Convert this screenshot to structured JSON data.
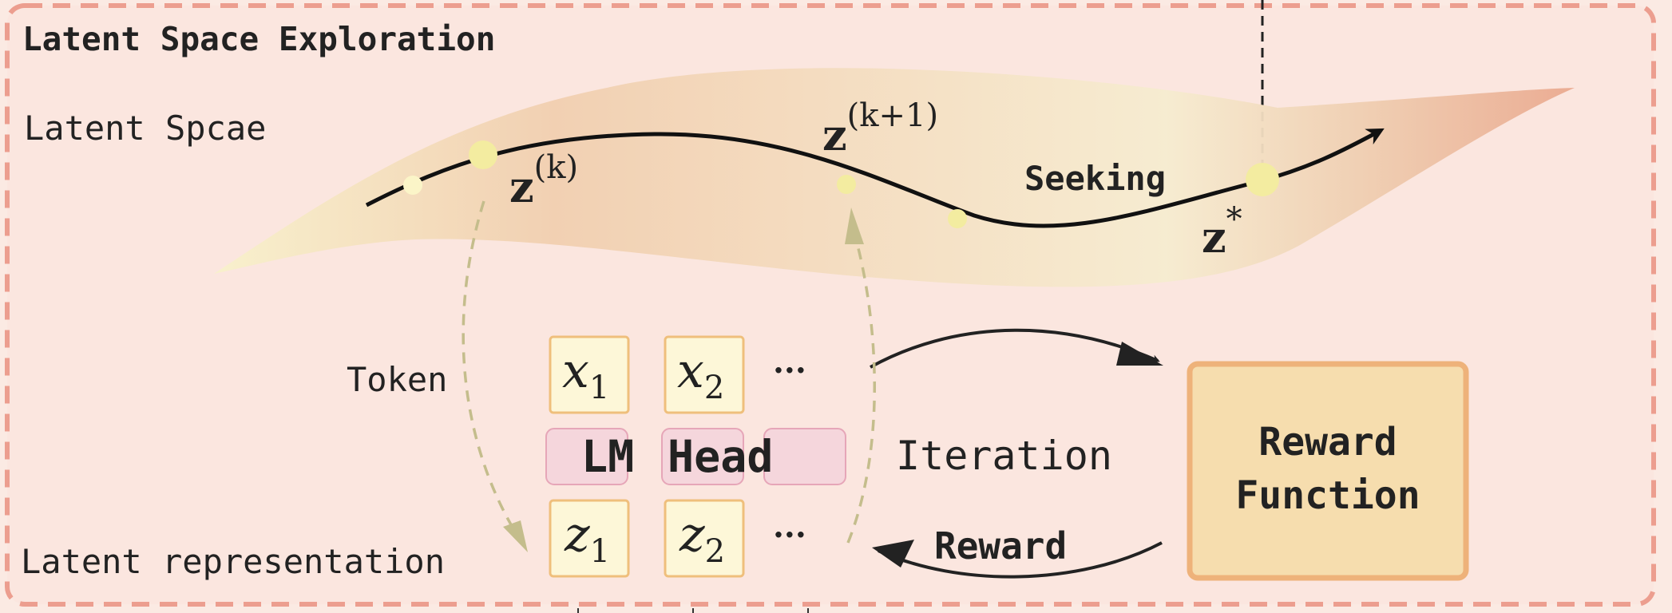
{
  "panel": {
    "title": "Latent Space Exploration",
    "border_color": "#ec9e8f",
    "background": "#fbe6df"
  },
  "labels": {
    "latent_space": "Latent Spcae",
    "token": "Token",
    "latent_representation": "Latent representation",
    "iteration": "Iteration",
    "seeking": "Seeking",
    "reward": "Reward"
  },
  "points": {
    "zk": {
      "base": "z",
      "sup": "(k)"
    },
    "zk1": {
      "base": "z",
      "sup": "(k+1)"
    },
    "zstar": {
      "base": "z",
      "sup": "*"
    }
  },
  "tokens": [
    {
      "base": "x",
      "sub": "1"
    },
    {
      "base": "x",
      "sub": "2"
    }
  ],
  "latents": [
    {
      "base": "z",
      "sub": "1"
    },
    {
      "base": "z",
      "sub": "2"
    }
  ],
  "ellipsis": "···",
  "lm_head": {
    "part1": "LM",
    "part2": "Head"
  },
  "reward_function": {
    "line1": "Reward",
    "line2": "Function"
  },
  "colors": {
    "token_box_fill": "#fdf7d8",
    "token_box_stroke": "#efbf7c",
    "lm_head_fill": "#f5d6dc",
    "lm_head_stroke": "#e6a6b8",
    "reward_fill": "#f6ddae",
    "reward_stroke": "#eeb27a",
    "dashed_arrow": "#c4bd8c",
    "point": "#f3eca0"
  }
}
